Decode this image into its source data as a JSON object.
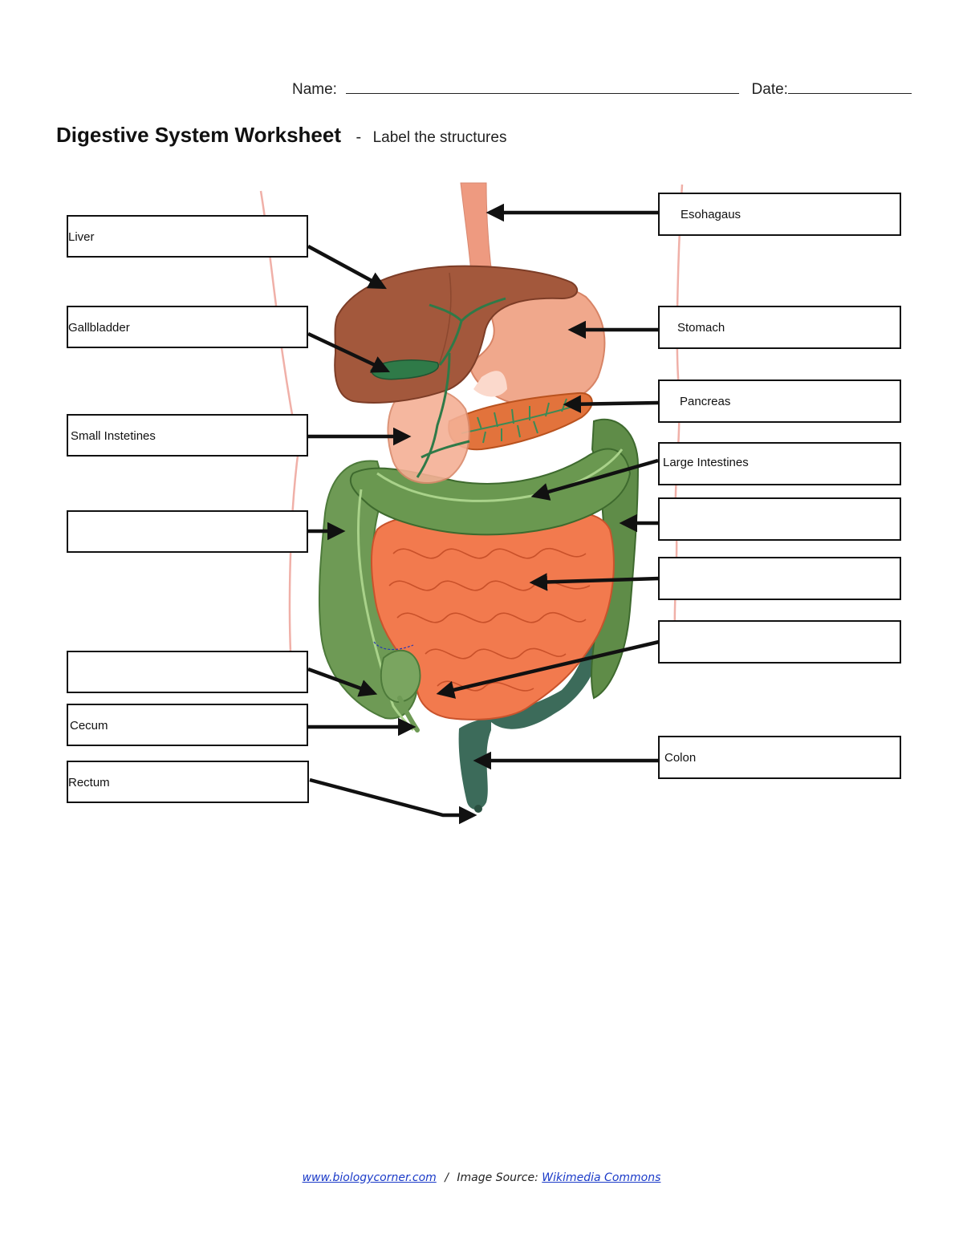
{
  "header": {
    "name_label": "Name:",
    "date_label": "Date:"
  },
  "title": {
    "main": "Digestive System Worksheet",
    "separator": "-",
    "subtitle": "Label the structures"
  },
  "labels": {
    "liver": "Liver",
    "gallbladder": "Gallbladder",
    "small_intestines": "Small Instetines",
    "left_blank_1": "",
    "left_blank_2": "",
    "cecum": "Cecum",
    "rectum": "Rectum",
    "esophagus": "Esohagaus",
    "stomach": "Stomach",
    "pancreas": "Pancreas",
    "large_intestines": "Large Intestines",
    "right_blank_1": "",
    "right_blank_2": "",
    "right_blank_3": "",
    "colon": "Colon"
  },
  "footer": {
    "site_link": "www.biologycorner.com",
    "divider": "/",
    "source_label": "Image Source:",
    "source_link": "Wikimedia Commons"
  },
  "colors": {
    "liver": "#a3583c",
    "stomach": "#f0a88c",
    "pancreas": "#e2733c",
    "small_intestine": "#f27a4e",
    "large_intestine": "#6e9a55",
    "colon_dark": "#3c6b5a",
    "esophagus": "#ee9a80",
    "bile_duct": "#2f7a48"
  }
}
